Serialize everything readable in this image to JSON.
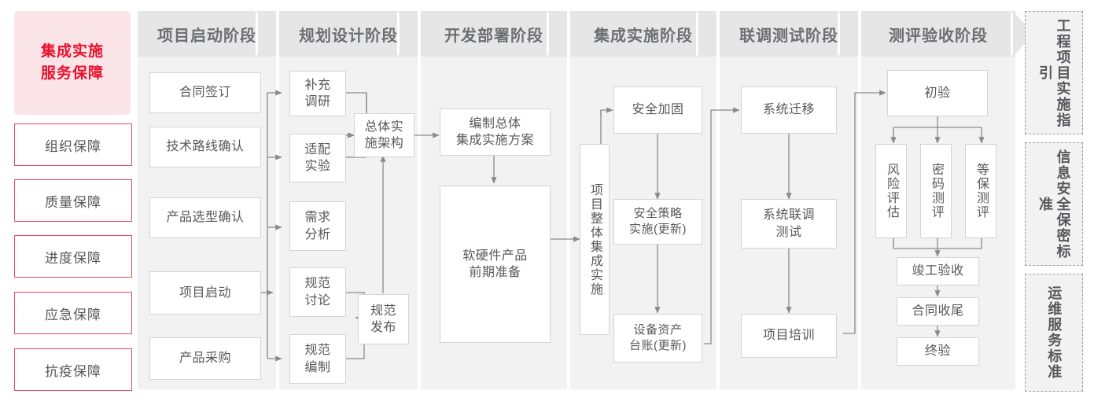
{
  "left_panel": {
    "title": "集成实施\n服务保障",
    "title_line1": "集成实施",
    "title_line2": "服务保障",
    "accent_color": "#e8112d",
    "bg_color": "#fbe4e7",
    "border_color": "#e8485f",
    "items": [
      {
        "label": "组织保障"
      },
      {
        "label": "质量保障"
      },
      {
        "label": "进度保障"
      },
      {
        "label": "应急保障"
      },
      {
        "label": "抗疫保障"
      }
    ]
  },
  "phases": [
    {
      "id": "p1",
      "header": "项目启动阶段"
    },
    {
      "id": "p2",
      "header": "规划设计阶段"
    },
    {
      "id": "p3",
      "header": "开发部署阶段"
    },
    {
      "id": "p4",
      "header": "集成实施阶段"
    },
    {
      "id": "p5",
      "header": "联调测试阶段"
    },
    {
      "id": "p6",
      "header": "测评验收阶段"
    }
  ],
  "nodes": {
    "p1_n1": "合同签订",
    "p1_n2": "技术路线确认",
    "p1_n3": "产品选型确认",
    "p1_n4": "项目启动",
    "p1_n5": "产品采购",
    "p2_n1_l1": "补充",
    "p2_n1_l2": "调研",
    "p2_n2_l1": "适配",
    "p2_n2_l2": "实验",
    "p2_n3_l1": "需求",
    "p2_n3_l2": "分析",
    "p2_n4_l1": "规范",
    "p2_n4_l2": "讨论",
    "p2_n5_l1": "规范",
    "p2_n5_l2": "编制",
    "p2_n6_l1": "总体实",
    "p2_n6_l2": "施架构",
    "p2_n7_l1": "规范",
    "p2_n7_l2": "发布",
    "p3_n1_l1": "编制总体",
    "p3_n1_l2": "集成实施方案",
    "p3_n2_l1": "软硬件产品",
    "p3_n2_l2": "前期准备",
    "p4_n0": "项目整体集成实施",
    "p4_n1": "安全加固",
    "p4_n2_l1": "安全策略",
    "p4_n2_l2": "实施(更新)",
    "p4_n3_l1": "设备资产",
    "p4_n3_l2": "台账(更新)",
    "p5_n1": "系统迁移",
    "p5_n2_l1": "系统联调",
    "p5_n2_l2": "测试",
    "p5_n3": "项目培训",
    "p6_n1": "初验",
    "p6_n2": "风险评估",
    "p6_n3": "密码测评",
    "p6_n4": "等保测评",
    "p6_n5": "竣工验收",
    "p6_n6": "合同收尾",
    "p6_n7": "终验"
  },
  "standards_rail": [
    {
      "id": "s1",
      "label": "工程项目实施指引"
    },
    {
      "id": "s2",
      "label": "信息安全保密标准"
    },
    {
      "id": "s3",
      "label": "运维服务标准"
    }
  ],
  "colors": {
    "node_border": "#d4d4d4",
    "node_text": "#58585b",
    "phase_header_bg": "#e6e6e6",
    "phase_header_text": "#6d6e71",
    "column_bg": "#f2f2f2",
    "wire": "#8a8a8a",
    "rail_border": "#9d9d9d"
  }
}
